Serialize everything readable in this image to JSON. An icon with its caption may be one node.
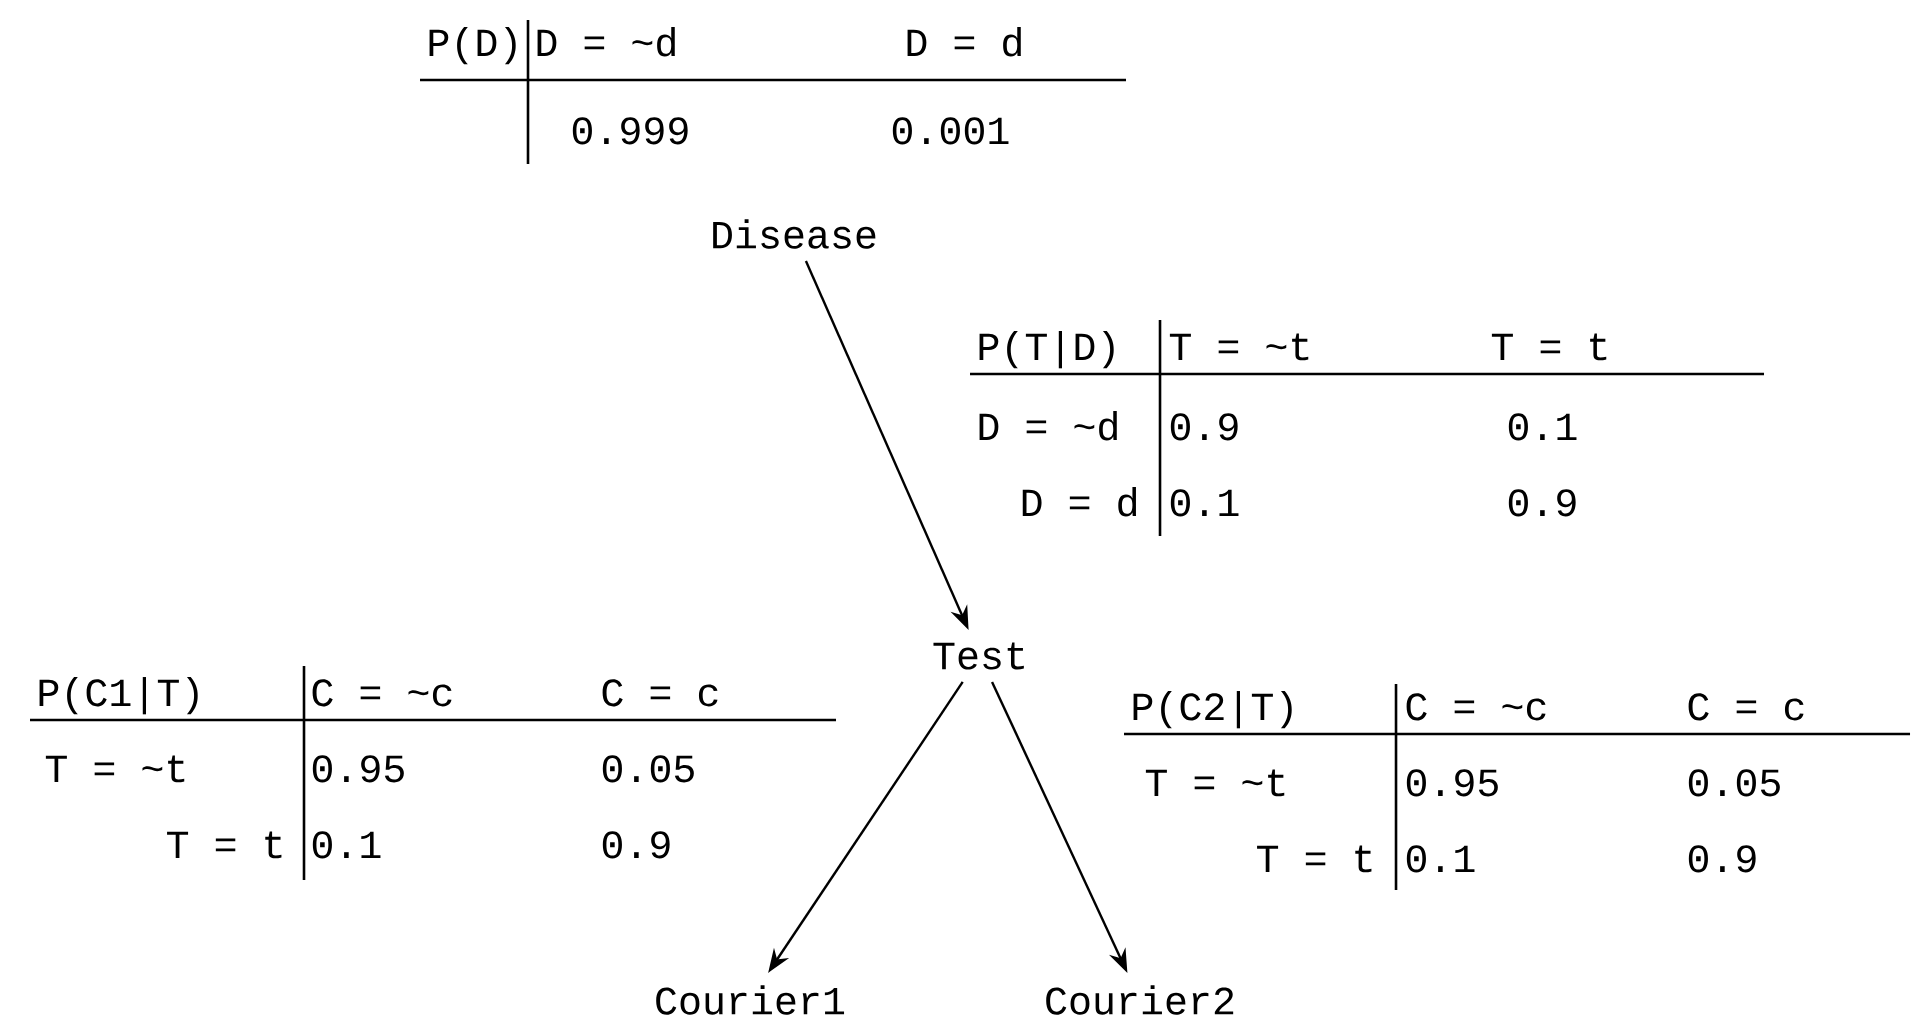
{
  "diagram": {
    "nodes": [
      {
        "text": [
          "Disease"
        ]
      },
      {
        "text": [
          "Test"
        ]
      },
      {
        "text": [
          "Courier1"
        ]
      },
      {
        "text": [
          "Courier2"
        ]
      }
    ],
    "edges": [
      {
        "from": 0,
        "to": 1,
        "arrow": "to"
      },
      {
        "from": 1,
        "to": 2,
        "arrow": "to"
      },
      {
        "from": 1,
        "to": 3,
        "arrow": "to"
      }
    ],
    "labels": [
      "P(D)",
      "D = ~d",
      "D = d",
      "0.999",
      "0.001",
      "P(T|D)",
      "T = ~t",
      "T = t",
      "D = ~d",
      "0.9",
      "0.1",
      "D = d",
      "0.1",
      "0.9",
      "P(C1|T)",
      "C = ~c",
      "C = c",
      "T = ~t",
      "0.95",
      "0.05",
      "T = t",
      "0.1",
      "0.9",
      "P(C2|T)",
      "C = ~c",
      "C = c",
      "T = ~t",
      "0.95",
      "0.05",
      "T = t",
      "0.1",
      "0.9"
    ]
  }
}
